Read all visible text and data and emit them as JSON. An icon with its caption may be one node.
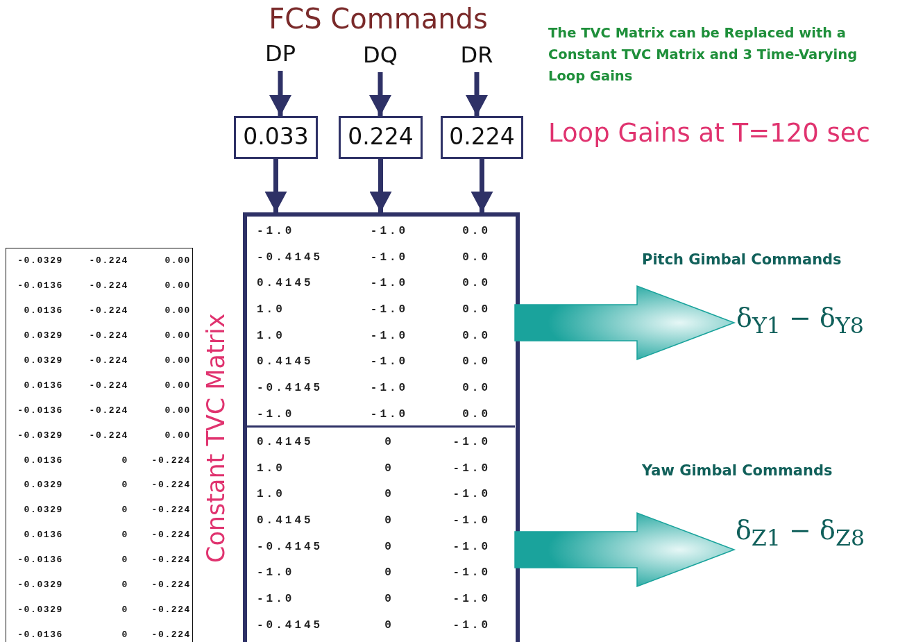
{
  "diagram": {
    "nodes": [
      {
        "text": [
          "DP"
        ]
      },
      {
        "text": [
          "DQ"
        ]
      },
      {
        "text": [
          "DR"
        ]
      },
      {
        "text": [
          "0.033"
        ]
      },
      {
        "text": [
          "0.224"
        ]
      },
      {
        "text": [
          "0.224"
        ]
      },
      {
        "text": [
          "Constant TVC Matrix"
        ]
      },
      {
        "text": [
          "-1.0",
          "-1.0",
          "0.0",
          "-0.4145",
          "-1.0",
          "0.0",
          "0.4145",
          "-1.0",
          "0.0",
          "1.0",
          "-1.0",
          "0.0",
          "1.0",
          "-1.0",
          "0.0",
          "0.4145",
          "-1.0",
          "0.0",
          "-0.4145",
          "-1.0",
          "0.0",
          "-1.0",
          "-1.0",
          "0.0"
        ],
        "in": 6
      },
      {
        "text": [
          "0.4145",
          "0",
          "-1.0",
          "1.0",
          "0",
          "-1.0",
          "1.0",
          "0",
          "-1.0",
          "0.4145",
          "0",
          "-1.0",
          "-0.4145",
          "0",
          "-1.0",
          "-1.0",
          "0",
          "-1.0",
          "-1.0",
          "0",
          "-1.0",
          "-0.4145",
          "0",
          "-1.0"
        ],
        "in": 6
      },
      {
        "text": [
          "δ$_{Y1}$ − δ$_{Y8}$"
        ],
        "beside": [
          "Pitch Gimbal Commands"
        ]
      },
      {
        "text": [
          "δ$_{Z1}$ − δ$_{Z8}$"
        ],
        "beside": [
          "Yaw Gimbal Commands"
        ]
      },
      {
        "text": [
          "-0.0329",
          "-0.224",
          "0.00",
          "-0.0136",
          "-0.224",
          "0.00",
          "0.0136",
          "-0.224",
          "0.00",
          "0.0329",
          "-0.224",
          "0.00",
          "0.0329",
          "-0.224",
          "0.00",
          "0.0136",
          "-0.224",
          "0.00",
          "-0.0136",
          "-0.224",
          "0.00",
          "-0.0329",
          "-0.224",
          "0.00",
          "0.0136",
          "0",
          "-0.224",
          "0.0329",
          "0",
          "-0.224",
          "0.0329",
          "0",
          "-0.224",
          "0.0136",
          "0",
          "-0.224",
          "-0.0136",
          "0",
          "-0.224",
          "-0.0329",
          "0",
          "-0.224",
          "-0.0329",
          "0",
          "-0.224",
          "-0.0136",
          "0",
          "-0.224"
        ]
      }
    ],
    "edges": [
      {
        "from": 0,
        "to": 3,
        "arrow": "to"
      },
      {
        "from": 1,
        "to": 4,
        "arrow": "to"
      },
      {
        "from": 2,
        "to": 5,
        "arrow": "to"
      },
      {
        "from": 3,
        "to": 6,
        "arrow": "to"
      },
      {
        "from": 4,
        "to": 6,
        "arrow": "to"
      },
      {
        "from": 5,
        "to": 6,
        "arrow": "to"
      },
      {
        "from": 7,
        "to": 9,
        "arrow": "to",
        "style": "thick",
        "color": "#1aa39c"
      },
      {
        "from": 8,
        "to": 10,
        "arrow": "to",
        "style": "thick",
        "color": "#1aa39c"
      }
    ],
    "labels": [
      "FCS Commands",
      "The TVC Matrix can be Replaced with a Constant TVC Matrix and 3 Time-Varying Loop Gains",
      "Loop Gains at T=120 sec"
    ]
  }
}
